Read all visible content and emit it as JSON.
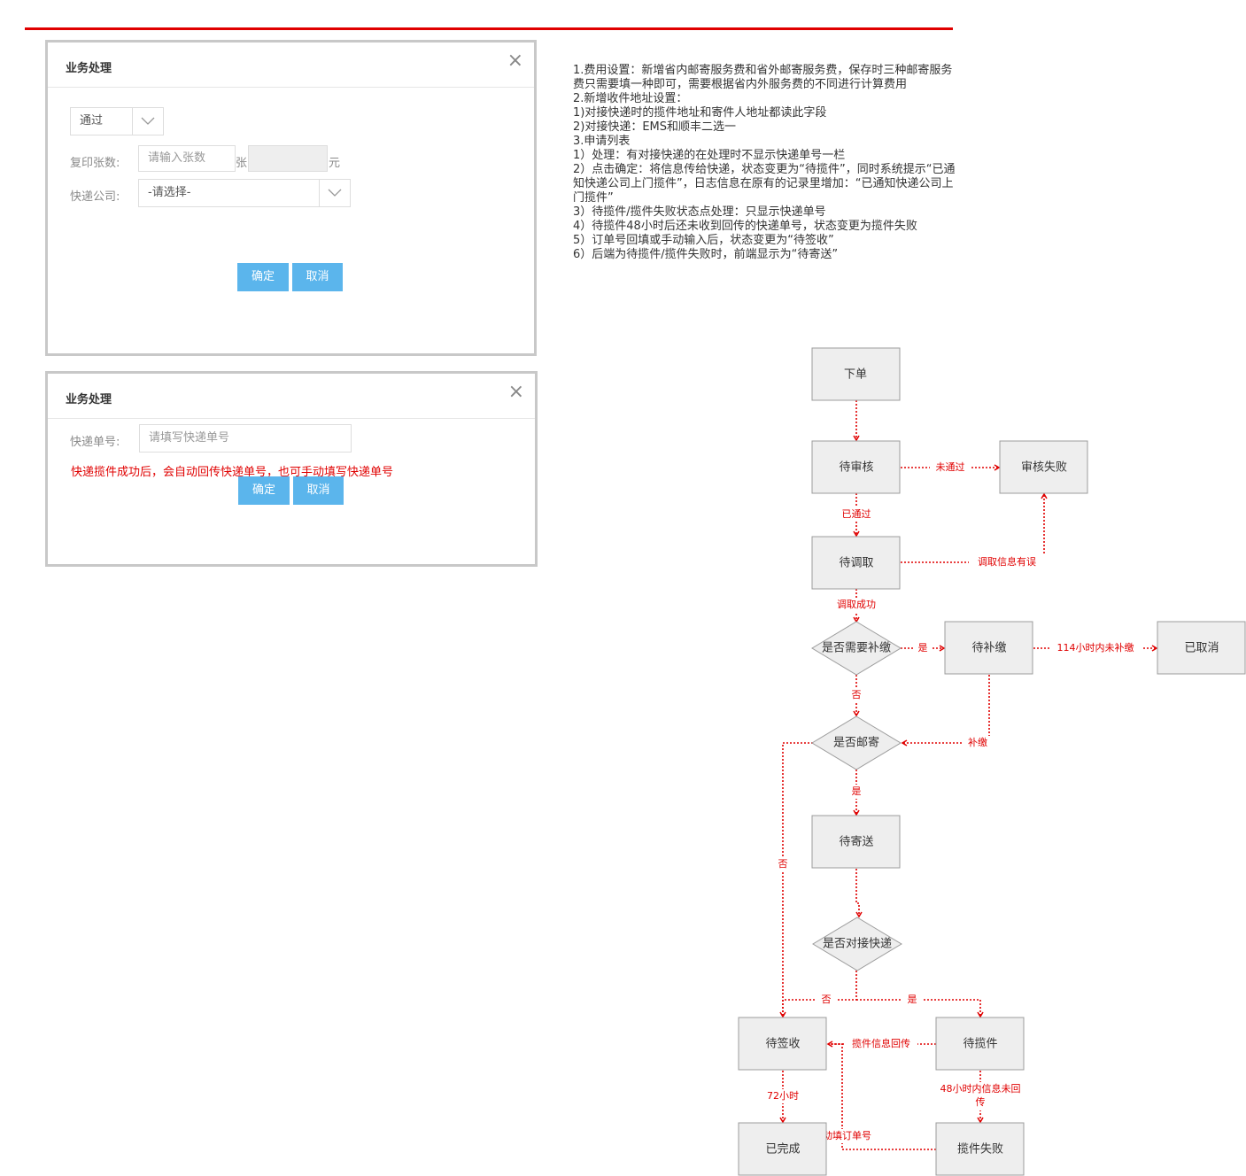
{
  "dialog1": {
    "title": "业务处理",
    "close": "×",
    "status_select": "通过",
    "copies_label": "复印张数:",
    "copies_placeholder": "请输入张数",
    "copies_unit": "张",
    "price_unit": "元",
    "courier_label": "快递公司:",
    "courier_select": "-请选择-",
    "confirm": "确定",
    "cancel": "取消"
  },
  "dialog2": {
    "title": "业务处理",
    "close": "×",
    "tracking_label": "快递单号:",
    "tracking_placeholder": "请填写快递单号",
    "hint": "快递揽件成功后，会自动回传快递单号，也可手动填写快递单号",
    "confirm": "确定",
    "cancel": "取消"
  },
  "notes": [
    "1.费用设置：新增省内邮寄服务费和省外邮寄服务费，保存时三种邮寄服务",
    "费只需要填一种即可，需要根据省内外服务费的不同进行计算费用",
    "2.新增收件地址设置：",
    "1)对接快递时的揽件地址和寄件人地址都读此字段",
    "2)对接快递：EMS和顺丰二选一",
    "3.申请列表",
    "1）处理：有对接快递的在处理时不显示快递单号一栏",
    "2）点击确定：将信息传给快递，状态变更为“待揽件”，同时系统提示“已通",
    "知快递公司上门揽件”，日志信息在原有的记录里增加：“已通知快递公司上",
    "门揽件”",
    "3）待揽件/揽件失败状态点处理：只显示快递单号",
    "4）待揽件48小时后还未收到回传的快递单号，状态变更为揽件失败",
    "5）订单号回填或手动输入后，状态变更为“待签收”",
    "6）后端为待揽件/揽件失败时，前端显示为“待寄送”"
  ],
  "flow": {
    "nodes": {
      "order": "下单",
      "pending_review": "待审核",
      "review_failed": "审核失败",
      "pending_fetch": "待调取",
      "need_supplement": "是否需要补缴",
      "pending_supplement": "待补缴",
      "cancelled": "已取消",
      "need_mail": "是否邮寄",
      "pending_send": "待寄送",
      "courier_integrated": "是否对接快递",
      "pending_sign": "待签收",
      "pending_pickup": "待揽件",
      "completed": "已完成",
      "pickup_failed": "揽件失败"
    },
    "edge_labels": {
      "not_passed": "未通过",
      "passed": "已通过",
      "fetch_error": "调取信息有误",
      "fetch_success": "调取成功",
      "yes1": "是",
      "unpaid_114h": "114小时内未补缴",
      "no1": "否",
      "paid": "补缴",
      "yes2": "是",
      "no2": "否",
      "no3": "否",
      "yes3": "是",
      "pickup_info_return": "揽件信息回传",
      "hours_72": "72小时",
      "no_info_48h": "48小时内信息未回",
      "no_info_48h_2": "传",
      "manual_fill": "手动填订单号"
    }
  }
}
